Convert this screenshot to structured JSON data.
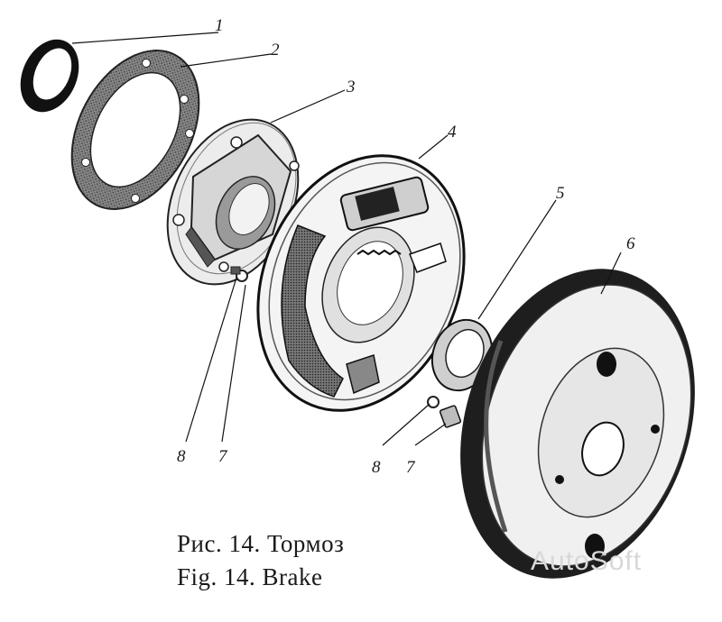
{
  "figure": {
    "caption_ru": "Рис. 14. Тормоз",
    "caption_en": "Fig. 14. Brake"
  },
  "callouts": {
    "c1": "1",
    "c2": "2",
    "c3": "3",
    "c4": "4",
    "c5": "5",
    "c6": "6",
    "c7a": "7",
    "c8a": "8",
    "c7b": "7",
    "c8b": "8"
  },
  "watermark": "AutoSoft"
}
